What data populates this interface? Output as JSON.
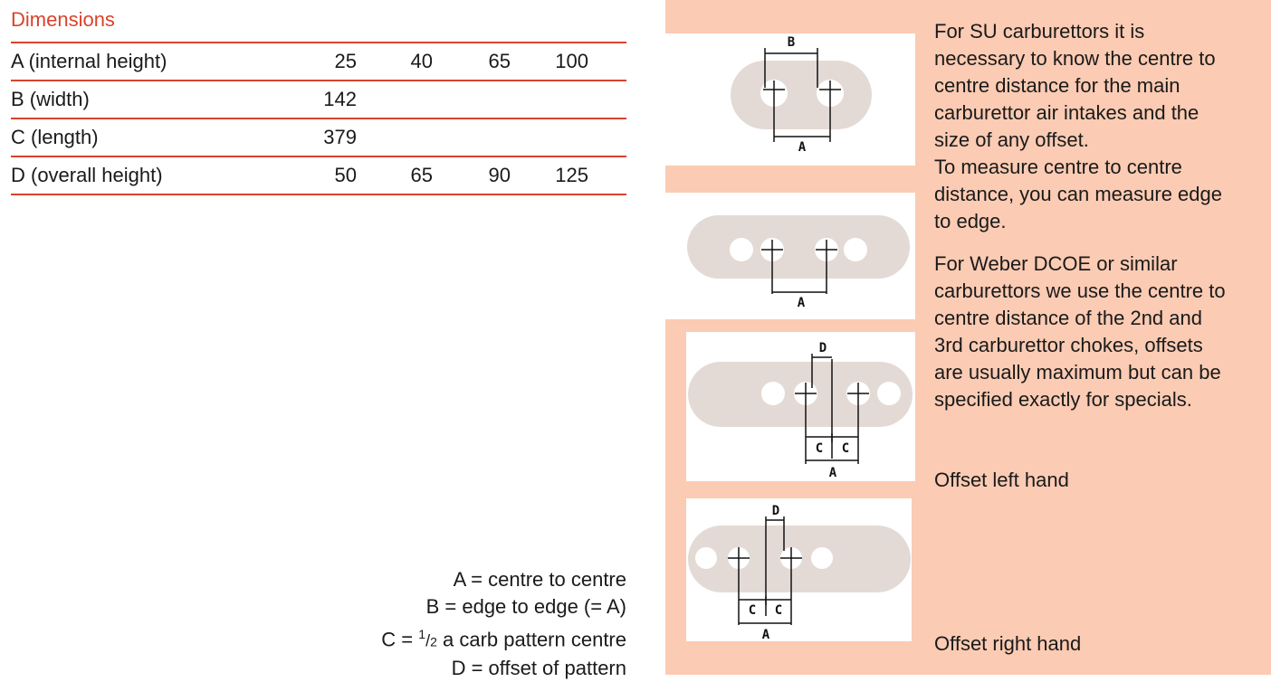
{
  "section_title": "Dimensions",
  "table": {
    "rows": [
      {
        "label": "A (internal height)",
        "values": [
          "25",
          "40",
          "65",
          "100"
        ]
      },
      {
        "label": "B (width)",
        "values": [
          "142",
          "",
          "",
          ""
        ]
      },
      {
        "label": "C (length)",
        "values": [
          "379",
          "",
          "",
          ""
        ]
      },
      {
        "label": "D (overall height)",
        "values": [
          "50",
          "65",
          "90",
          "125"
        ]
      }
    ]
  },
  "legend": {
    "line_a": "A = centre to centre",
    "line_b": "B = edge to edge (= A)",
    "line_c_prefix": "C = ",
    "line_c_fraction_num": "1",
    "line_c_fraction_den": "2",
    "line_c_suffix": " a carb pattern centre",
    "line_d": "D = offset of pattern"
  },
  "diagram_labels": {
    "a": "A",
    "b": "B",
    "c": "C",
    "d": "D"
  },
  "notes": {
    "su": [
      "For SU carburettors it is",
      "necessary to know the centre to",
      "centre distance for the main",
      "carburettor air intakes and the",
      "size of any offset.",
      "To measure centre to centre",
      "distance, you can measure edge",
      "to edge."
    ],
    "weber": [
      "For Weber DCOE or similar",
      "carburettors we use the centre to",
      "centre distance of the 2nd and",
      "3rd carburettor chokes, offsets",
      "are usually maximum but can be",
      "specified exactly for specials."
    ],
    "offset_left": "Offset left hand",
    "offset_right": "Offset right hand"
  },
  "colors": {
    "accent_red": "#d9432c",
    "panel_peach": "#fbcbb3",
    "gasket_grey": "#e3dad6"
  }
}
